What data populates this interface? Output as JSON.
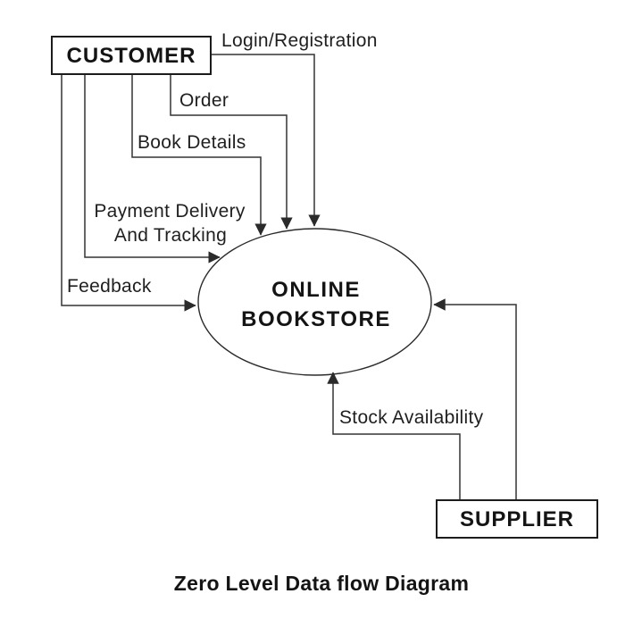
{
  "diagram": {
    "title": "Zero Level Data flow Diagram",
    "entities": {
      "customer": {
        "label": "CUSTOMER"
      },
      "supplier": {
        "label": "SUPPLIER"
      }
    },
    "process": {
      "label_line1": "ONLINE",
      "label_line2": "BOOKSTORE"
    },
    "flows": {
      "login_registration": {
        "label": "Login/Registration",
        "from": "CUSTOMER",
        "to": "ONLINE BOOKSTORE"
      },
      "order": {
        "label": "Order",
        "from": "CUSTOMER",
        "to": "ONLINE BOOKSTORE"
      },
      "book_details": {
        "label": "Book Details",
        "from": "CUSTOMER",
        "to": "ONLINE BOOKSTORE"
      },
      "payment_delivery_tracking": {
        "label_line1": "Payment Delivery",
        "label_line2": "And Tracking",
        "from": "CUSTOMER",
        "to": "ONLINE BOOKSTORE"
      },
      "feedback": {
        "label": "Feedback",
        "from": "CUSTOMER",
        "to": "ONLINE BOOKSTORE"
      },
      "stock_availability": {
        "label": "Stock Availability",
        "from": "SUPPLIER",
        "to": "ONLINE BOOKSTORE"
      }
    },
    "colors": {
      "line": "#333333",
      "text": "#141414",
      "box_border": "#1c1c1c",
      "background": "#ffffff"
    }
  }
}
